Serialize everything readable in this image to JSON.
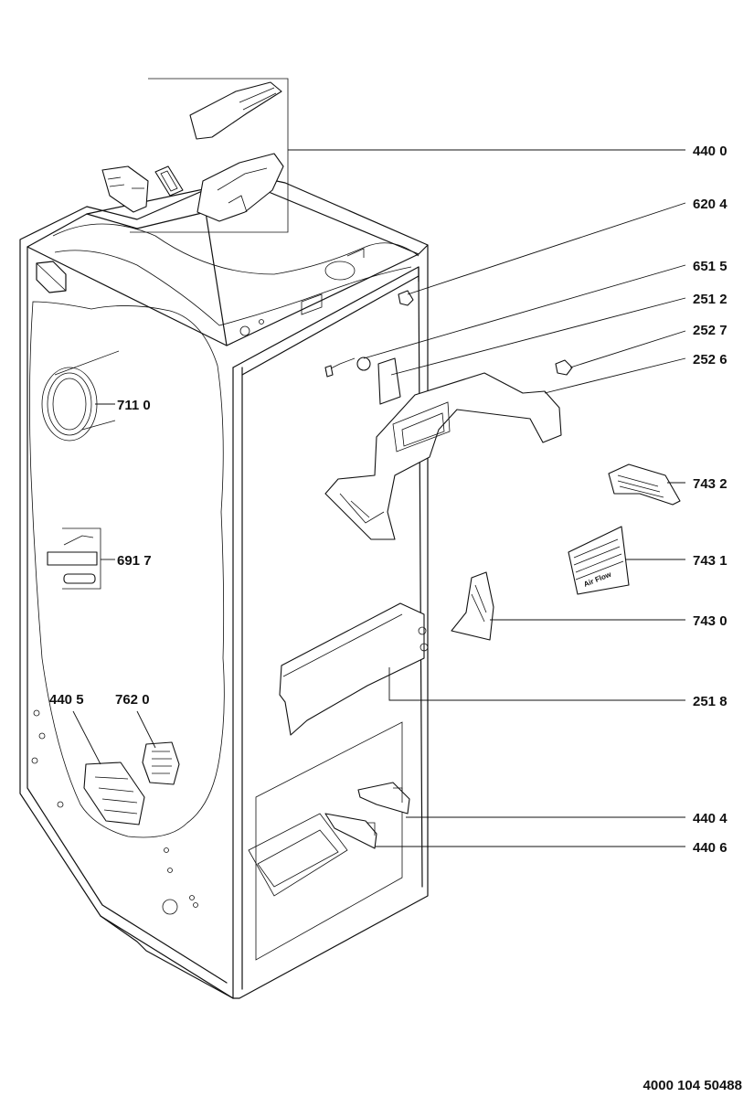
{
  "document_number": "4000 104 50488",
  "part_labels": {
    "p4400": "440 0",
    "p6204": "620 4",
    "p6515": "651 5",
    "p2512": "251 2",
    "p2527": "252 7",
    "p2526": "252 6",
    "p7432": "743 2",
    "p7431": "743 1",
    "p7430": "743 0",
    "p2518": "251 8",
    "p4404": "440 4",
    "p4406": "440 6",
    "p7110": "711 0",
    "p6917": "691 7",
    "p4405": "440 5",
    "p7620": "762 0"
  },
  "grille_stamp": "Air Flow"
}
